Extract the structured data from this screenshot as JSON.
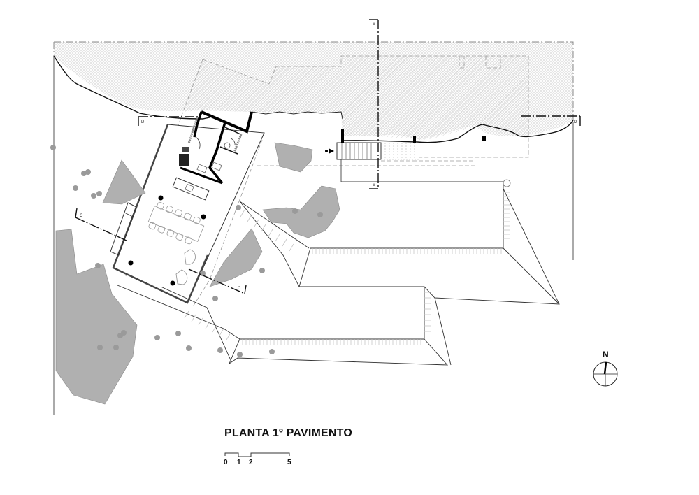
{
  "drawing": {
    "title": "PLANTA 1º PAVIMENTO",
    "scale_bar": {
      "ticks": [
        "0",
        "1",
        "2",
        "5"
      ]
    },
    "north_arrow": {
      "label": "N"
    },
    "section_markers": {
      "a_top": "A",
      "a_bottom": "A",
      "c_left": "C",
      "c_right": "C",
      "d_left": "D",
      "d_right": "D"
    },
    "colors": {
      "line": "#111111",
      "hatch_gray": "#cfcfcf",
      "rock_fill": "#b0b0b0",
      "tree": "#9a9a9a",
      "dashed": "#999999"
    }
  }
}
